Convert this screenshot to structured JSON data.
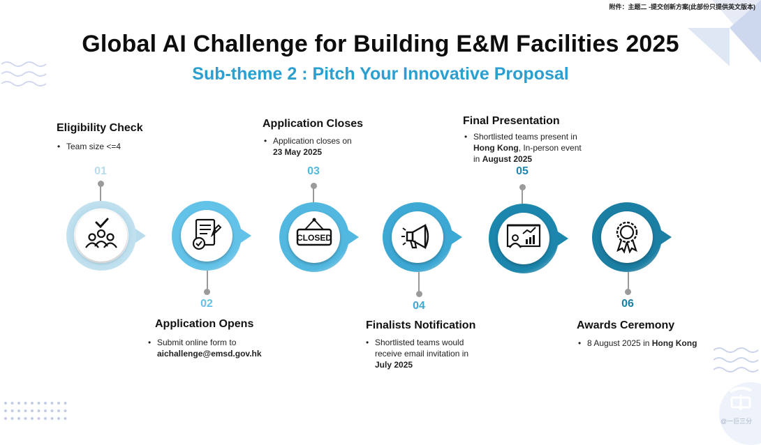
{
  "header": {
    "note": "附件：主题二 -提交创新方案(此部份只提供英文版本)",
    "title": "Global AI Challenge for Building E&M Facilities 2025",
    "subtitle": "Sub-theme 2 : Pitch Your Innovative Proposal"
  },
  "stages": [
    {
      "number": "01",
      "title": "Eligibility Check",
      "bullet": {
        "text": "Team size <=4",
        "bold": ""
      },
      "icon": "team-check-icon",
      "color": "#b8dcec"
    },
    {
      "number": "02",
      "title": "Application Opens",
      "bullet": {
        "text": "Submit online form to",
        "bold": "aichallenge@emsd.gov.hk"
      },
      "icon": "application-form-icon",
      "color": "#63c2e8"
    },
    {
      "number": "03",
      "title": "Application Closes",
      "bullet": {
        "text": "Application closes on",
        "bold": "23 May 2025"
      },
      "icon": "closed-sign-icon",
      "color": "#52b8e0"
    },
    {
      "number": "04",
      "title": "Finalists Notification",
      "bullet": {
        "text1": "Shortlisted teams would",
        "text2": "receive email invitation in",
        "bold": "July 2025"
      },
      "icon": "megaphone-icon",
      "color": "#3ca8d3"
    },
    {
      "number": "05",
      "title": "Final Presentation",
      "bullet": {
        "text1": "Shortlisted teams present in",
        "bold1": "Hong Kong",
        "text2": ", In-person event",
        "text3": "in",
        "bold2": "August 2025"
      },
      "icon": "presentation-icon",
      "color": "#1d86ad"
    },
    {
      "number": "06",
      "title": "Awards Ceremony",
      "bullet": {
        "text": "8 August 2025 in",
        "bold": "Hong Kong"
      },
      "icon": "award-ribbon-icon",
      "color": "#1b7ea3"
    }
  ],
  "watermark": "@一巨三分"
}
